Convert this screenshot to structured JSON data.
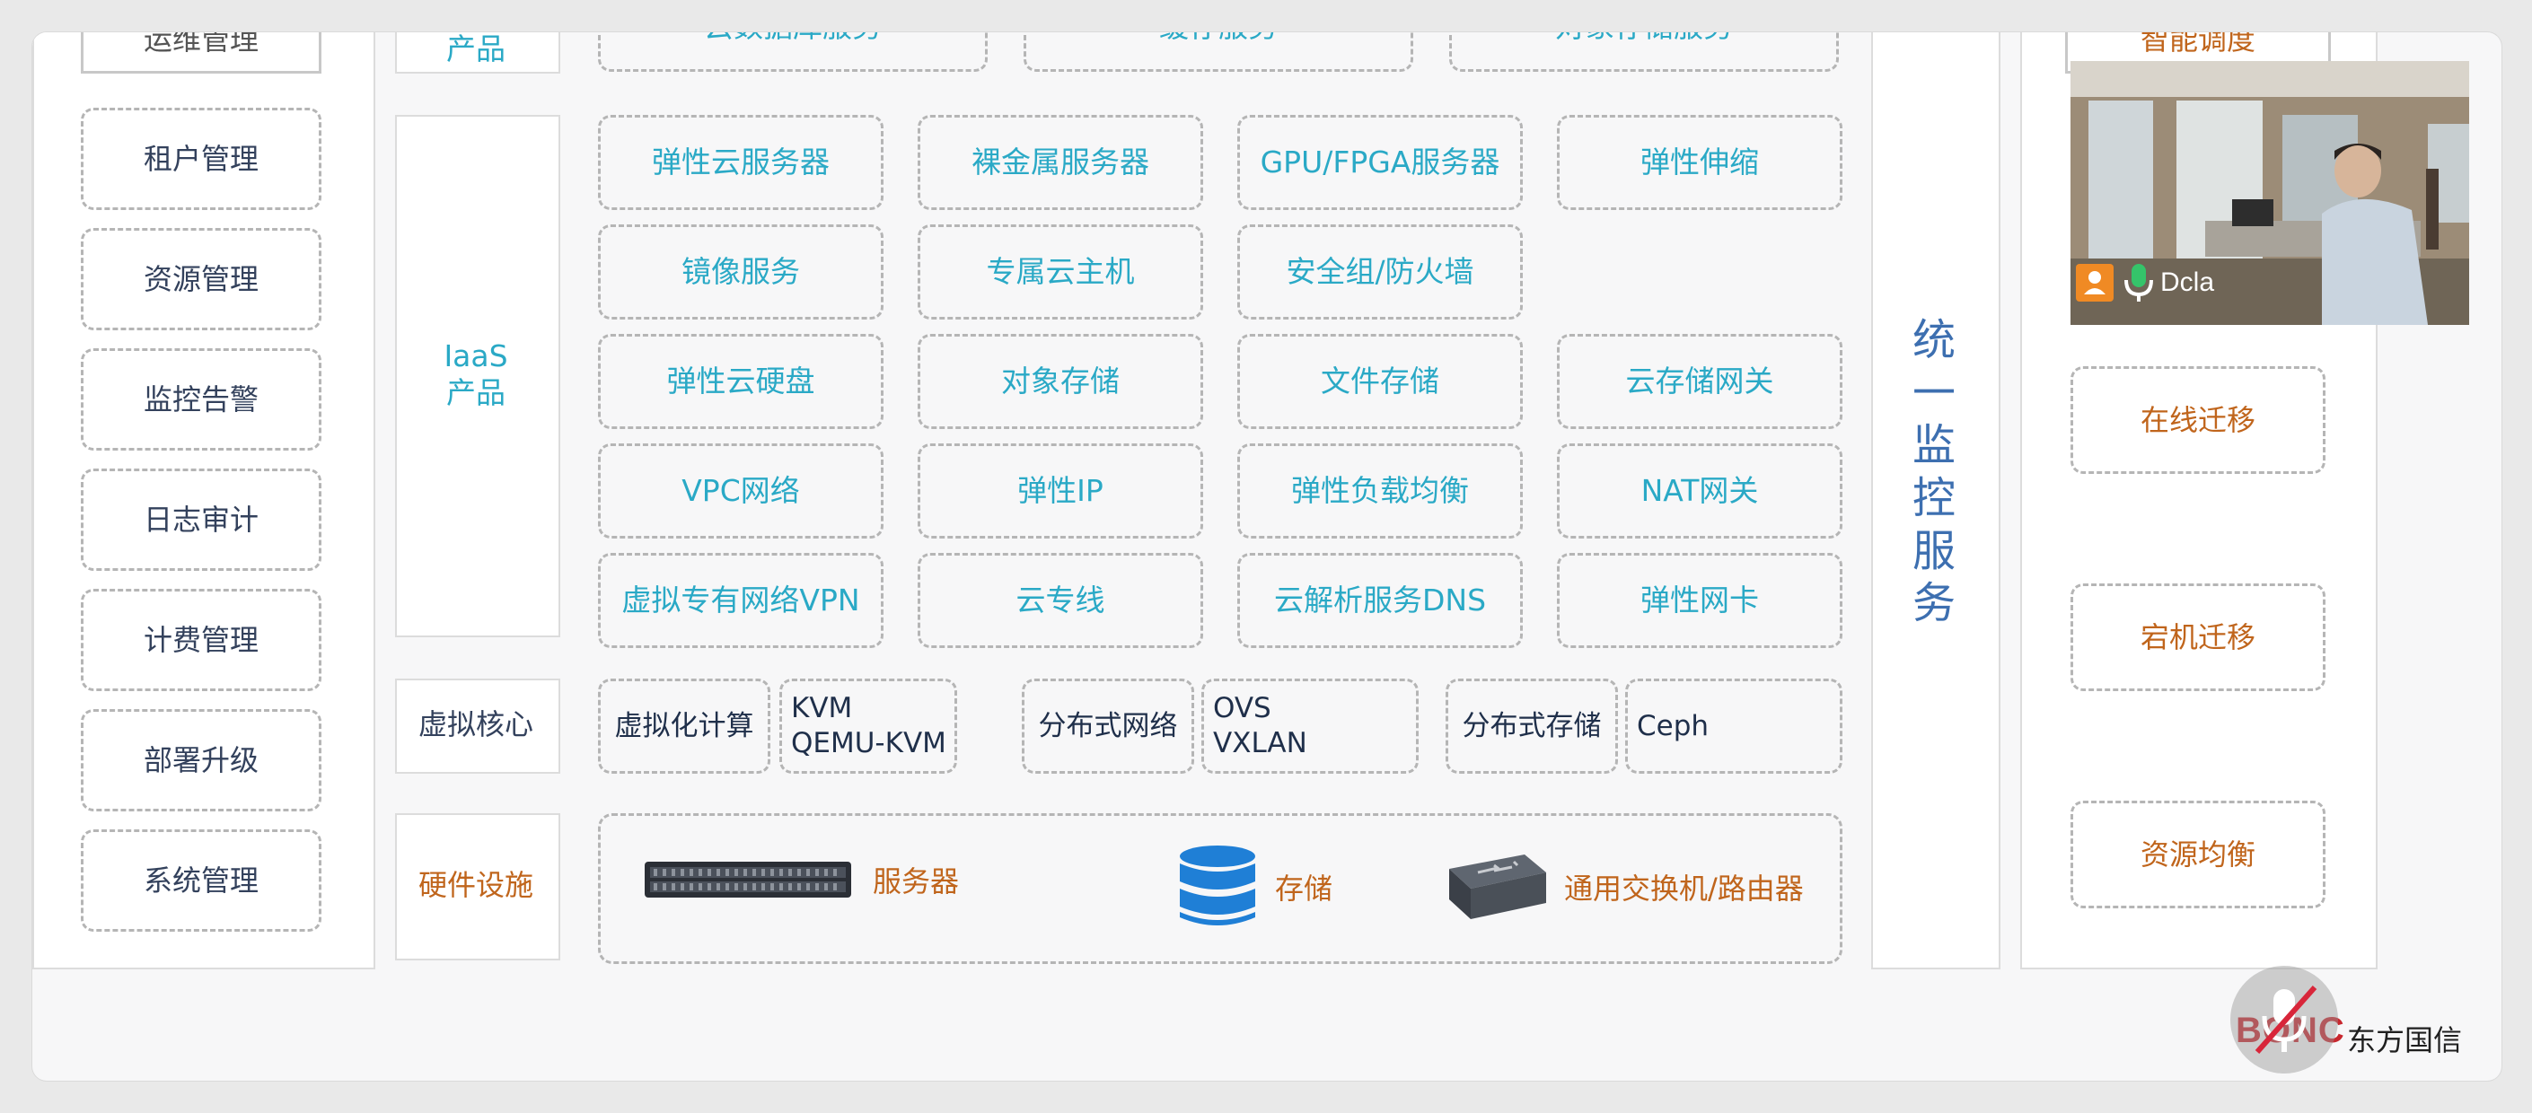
{
  "left_menu": {
    "top_partial": "运维管理",
    "items": [
      "租户管理",
      "资源管理",
      "监控告警",
      "日志审计",
      "计费管理",
      "部署升级",
      "系统管理"
    ]
  },
  "categories": {
    "top_partial": "产品",
    "iaas": "IaaS\n产品",
    "virtual_core": "虚拟核心",
    "hardware": "硬件设施"
  },
  "top_partial_services": [
    "云数据库服务",
    "缓存服务",
    "对象存储服务"
  ],
  "iaas_services": [
    "弹性云服务器",
    "裸金属服务器",
    "GPU/FPGA服务器",
    "弹性伸缩",
    "镜像服务",
    "专属云主机",
    "安全组/防火墙",
    "弹性云硬盘",
    "对象存储",
    "文件存储",
    "云存储网关",
    "VPC网络",
    "弹性IP",
    "弹性负载均衡",
    "NAT网关",
    "虚拟专有网络VPN",
    "云专线",
    "云解析服务DNS",
    "弹性网卡"
  ],
  "virtual_core": {
    "compute_label": "虚拟化计算",
    "compute_tech": "KVM\nQEMU-KVM",
    "network_label": "分布式网络",
    "network_tech": "OVS\nVXLAN",
    "storage_label": "分布式存储",
    "storage_tech": "Ceph"
  },
  "hardware": {
    "server": "服务器",
    "storage": "存储",
    "switch": "通用交换机/路由器"
  },
  "monitor_service": "统一监控服务",
  "right_menu": {
    "top_partial": "智能调度",
    "items": [
      "在线迁移",
      "宕机迁移",
      "资源均衡"
    ]
  },
  "video": {
    "participant_name": "Dcla"
  },
  "watermark": {
    "text": "东方国信",
    "logo": "BONC"
  },
  "colors": {
    "teal": "#2aa9c6",
    "brown": "#c0651c",
    "blue": "#3d6fb0",
    "navy": "#1f2f4a",
    "mic_green": "#35c46a",
    "avatar_orange": "#f08a24"
  }
}
